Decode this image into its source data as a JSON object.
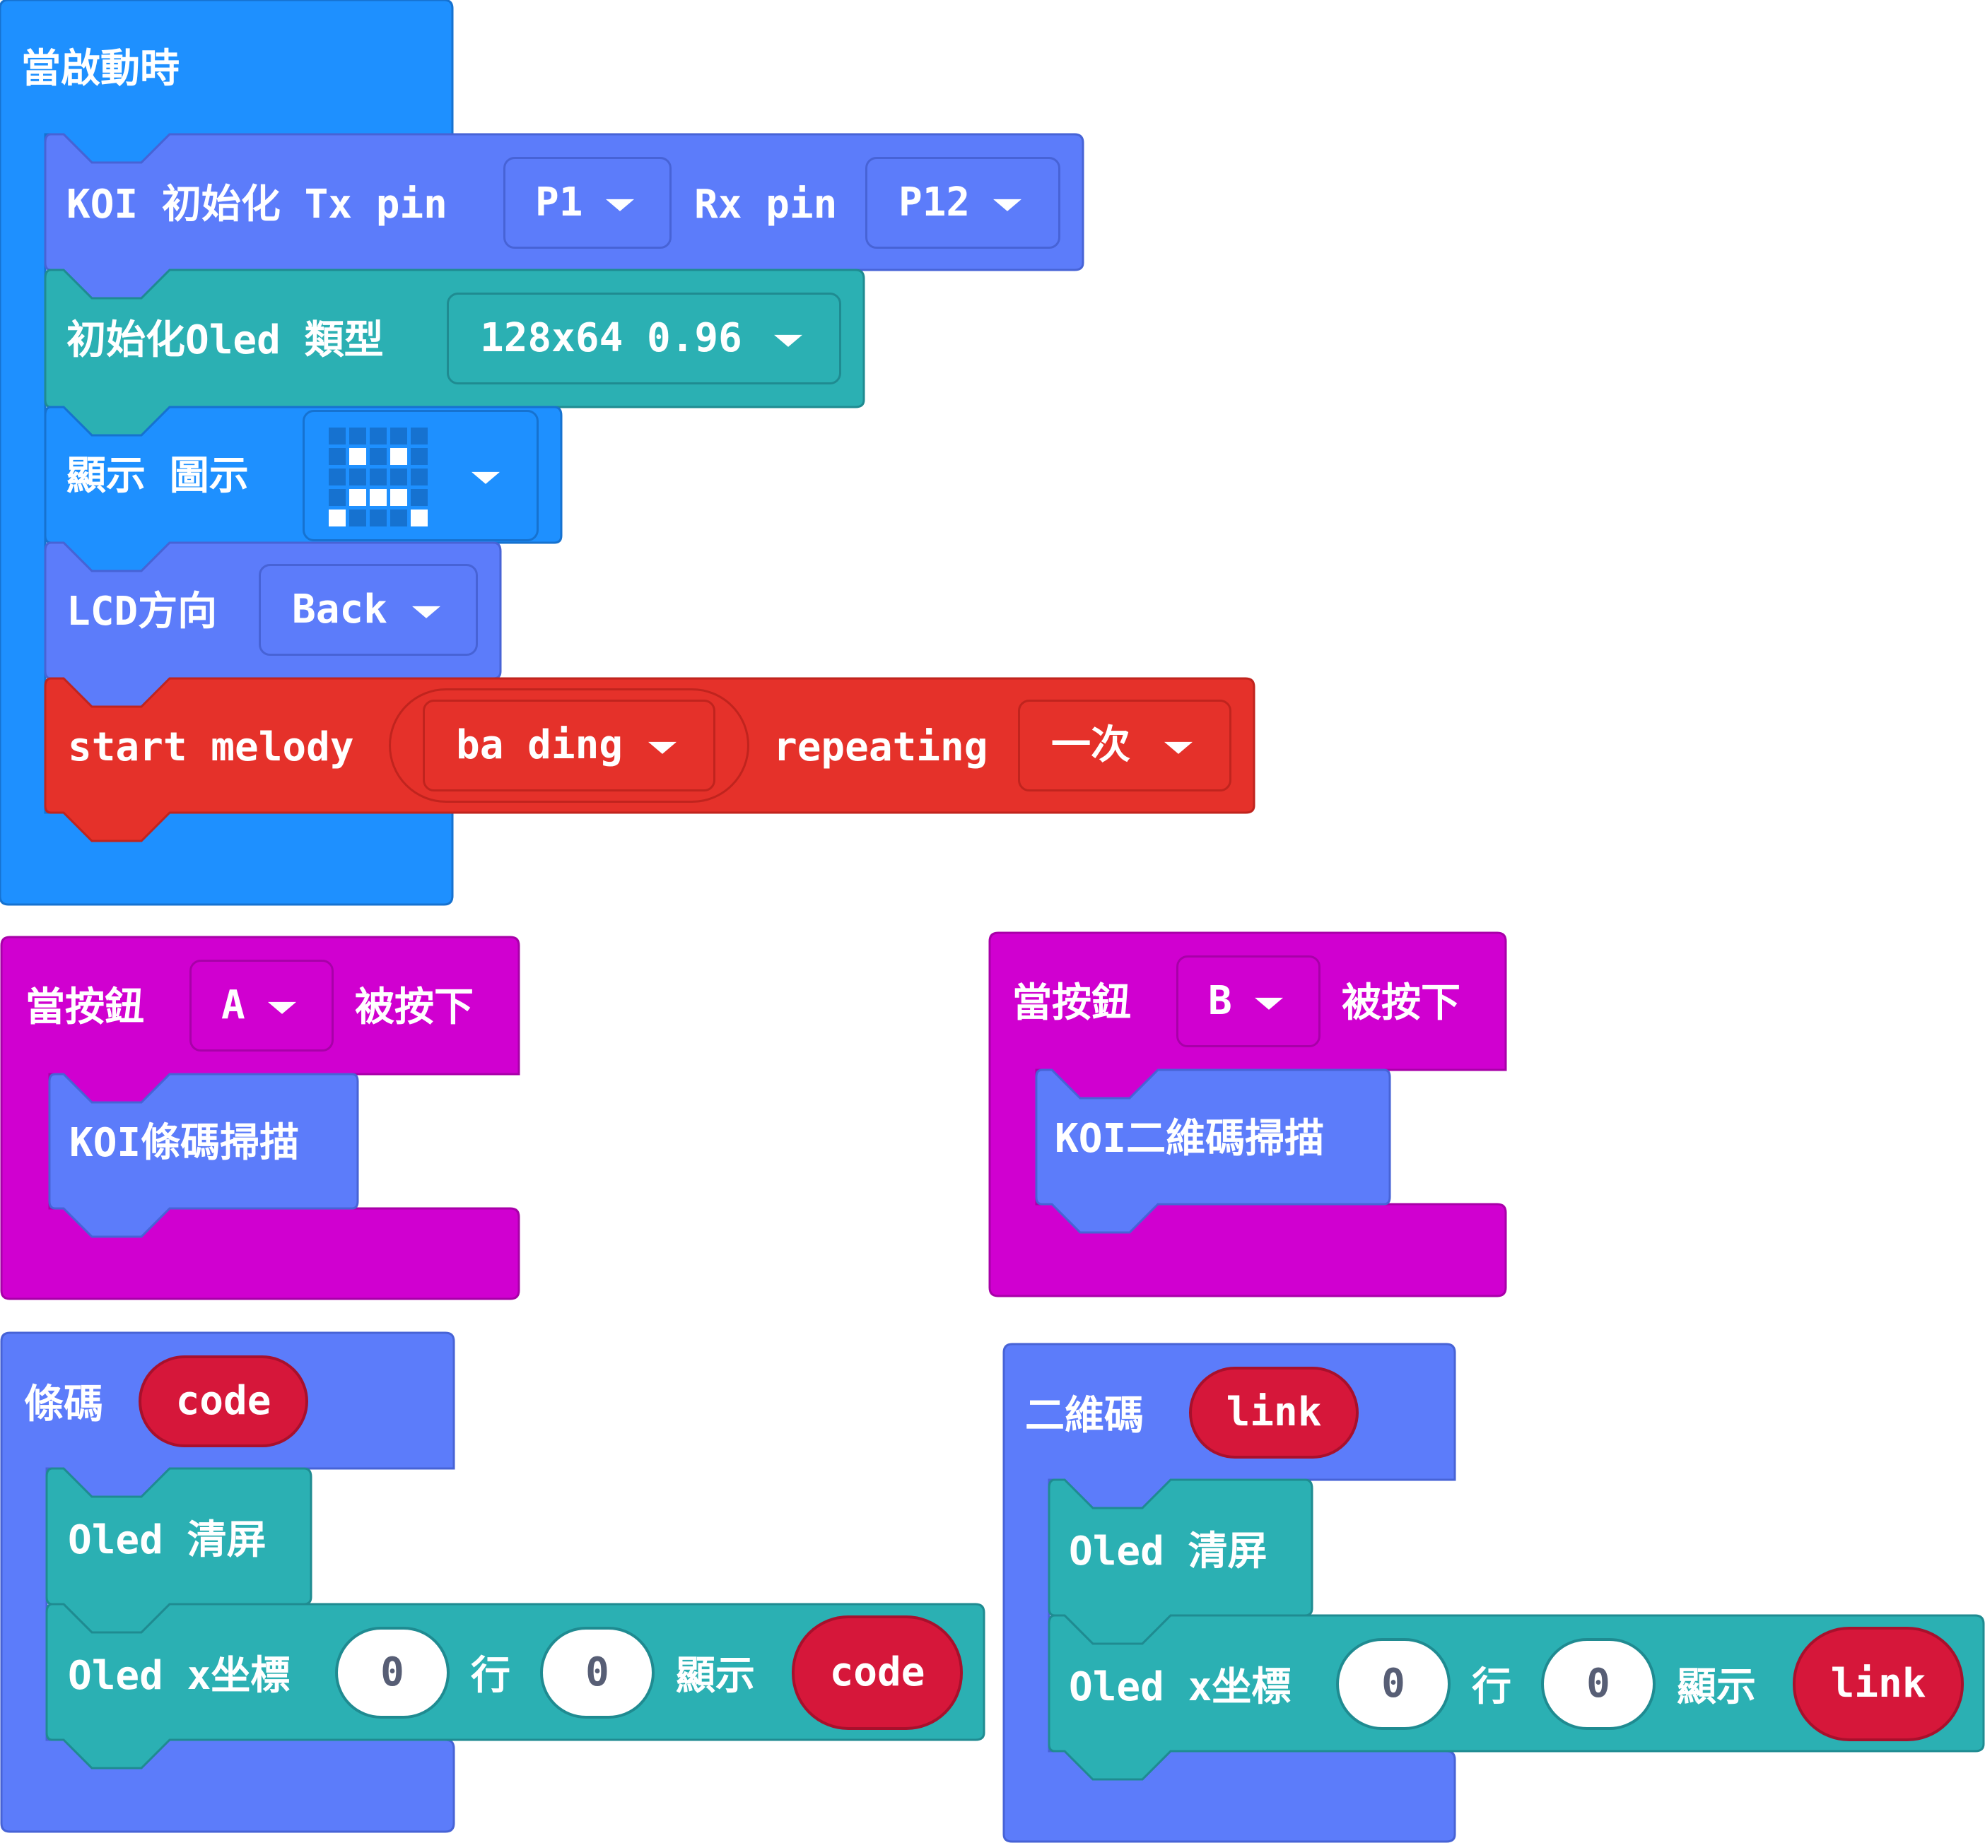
{
  "colors": {
    "events": "#1e90ff",
    "koi": "#5c7cfa",
    "oled": "#2bb0b3",
    "music": "#e5312a",
    "input": "#d000d0",
    "variable": "#d6173a"
  },
  "on_start": {
    "hat_label": "當啟動時",
    "koi_init": {
      "label1": "KOI 初始化 Tx pin",
      "tx_value": "P1",
      "label2": "Rx pin",
      "rx_value": "P12"
    },
    "oled_init": {
      "label": "初始化Oled 類型",
      "type_value": "128x64 0.96"
    },
    "show_icon": {
      "label": "顯示 圖示",
      "icon": "smiley-led-icon"
    },
    "lcd_direction": {
      "label": "LCD方向",
      "value": "Back"
    },
    "melody": {
      "label1": "start melody",
      "melody_value": "ba ding",
      "label2": "repeating",
      "repeat_value": "一次"
    }
  },
  "button_a": {
    "label1": "當按鈕",
    "button_value": "A",
    "label2": "被按下",
    "inner": "KOI條碼掃描"
  },
  "button_b": {
    "label1": "當按鈕",
    "button_value": "B",
    "label2": "被按下",
    "inner": "KOI二維碼掃描"
  },
  "barcode": {
    "hat_label": "條碼",
    "param": "code",
    "clear": "Oled 清屏",
    "show": {
      "label1": "Oled x坐標",
      "x": "0",
      "label2": "行",
      "row": "0",
      "label3": "顯示",
      "value": "code"
    }
  },
  "qrcode": {
    "hat_label": "二維碼",
    "param": "link",
    "clear": "Oled 清屏",
    "show": {
      "label1": "Oled x坐標",
      "x": "0",
      "label2": "行",
      "row": "0",
      "label3": "顯示",
      "value": "link"
    }
  }
}
